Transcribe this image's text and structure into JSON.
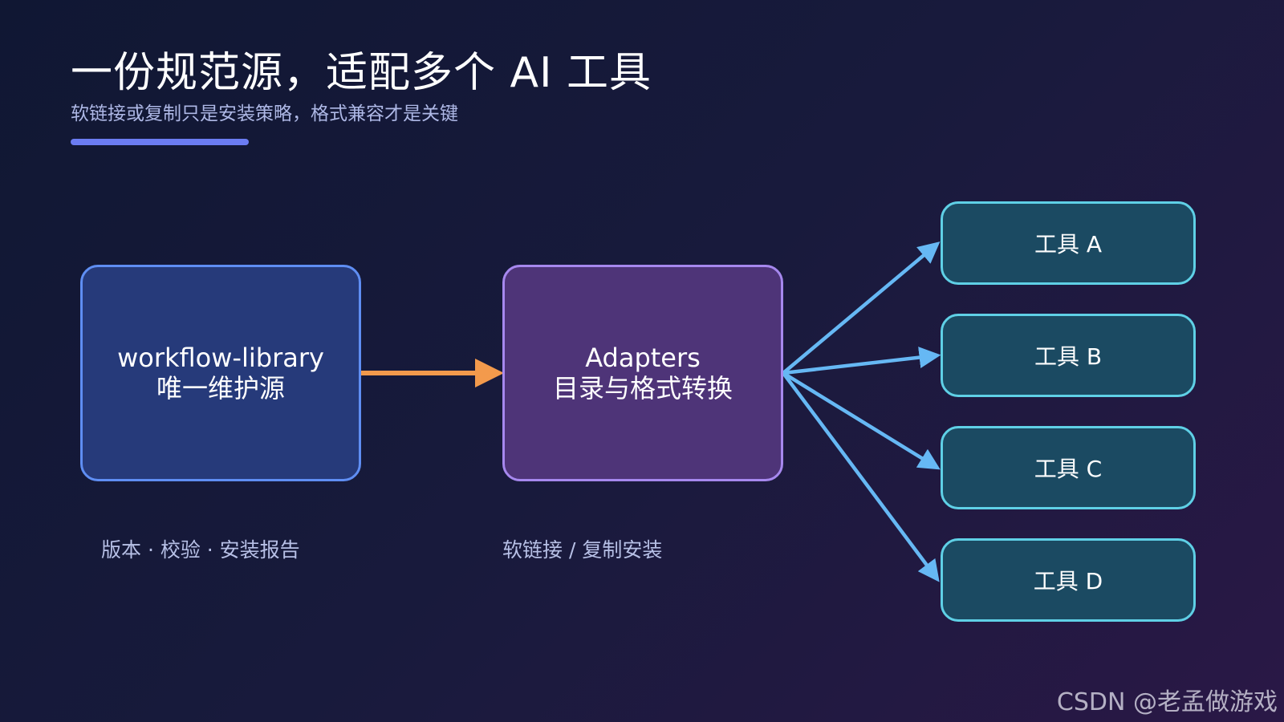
{
  "header": {
    "title": "一份规范源，适配多个 AI 工具",
    "subtitle": "软链接或复制只是安装策略，格式兼容才是关键"
  },
  "source_box": {
    "line1": "workflow-library",
    "line2": "唯一维护源"
  },
  "adapter_box": {
    "line1": "Adapters",
    "line2": "目录与格式转换"
  },
  "tools": [
    {
      "label": "工具 A"
    },
    {
      "label": "工具 B"
    },
    {
      "label": "工具 C"
    },
    {
      "label": "工具 D"
    }
  ],
  "captions": {
    "source": "版本 · 校验 · 安装报告",
    "adapter": "软链接 / 复制安装"
  },
  "watermark": "CSDN @老孟做游戏",
  "colors": {
    "background_start": "#101733",
    "background_end": "#2a1846",
    "accent": "#6b7cf2",
    "source_fill": "#263a7a",
    "source_border": "#5f8ef3",
    "adapter_fill": "#4e3478",
    "adapter_border": "#a688ee",
    "tool_fill": "#1b4a62",
    "tool_border": "#5fd0e6",
    "source_arrow": "#f39a4c",
    "tool_arrow": "#66b8f4"
  }
}
